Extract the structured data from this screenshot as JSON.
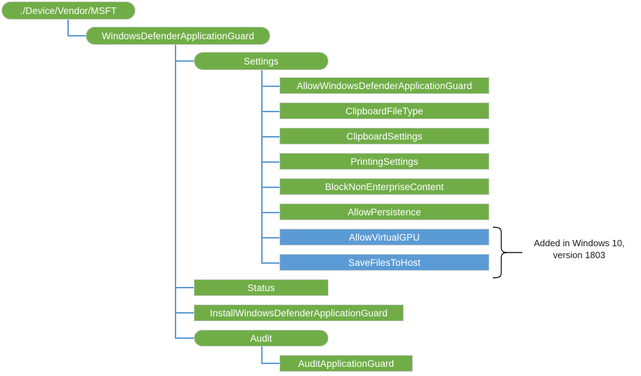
{
  "diagram": {
    "type": "tree",
    "title_node": "./Device/Vendor/MSFT",
    "colors": {
      "green_node": "#70AD47",
      "blue_node": "#5B9BD5",
      "connector": "#5B9BD5",
      "annotation_text": "#1a1a1a",
      "background": "#FFFFFF"
    },
    "legend_note": "Blue nodes were added in Windows 10, version 1803"
  },
  "nodes": {
    "root": {
      "label": "./Device/Vendor/MSFT",
      "shape": "rounded",
      "color": "green"
    },
    "wdag": {
      "label": "WindowsDefenderApplicationGuard",
      "shape": "rounded",
      "color": "green"
    },
    "settings": {
      "label": "Settings",
      "shape": "rounded",
      "color": "green"
    },
    "status": {
      "label": "Status",
      "shape": "square",
      "color": "green"
    },
    "install": {
      "label": "InstallWindowsDefenderApplicationGuard",
      "shape": "square",
      "color": "green"
    },
    "audit": {
      "label": "Audit",
      "shape": "rounded",
      "color": "green"
    },
    "audit_child": {
      "label": "AuditApplicationGuard",
      "shape": "square",
      "color": "green"
    }
  },
  "settings_children": [
    {
      "label": "AllowWindowsDefenderApplicationGuard",
      "color": "green"
    },
    {
      "label": "ClipboardFileType",
      "color": "green"
    },
    {
      "label": "ClipboardSettings",
      "color": "green"
    },
    {
      "label": "PrintingSettings",
      "color": "green"
    },
    {
      "label": "BlockNonEnterpriseContent",
      "color": "green"
    },
    {
      "label": "AllowPersistence",
      "color": "green"
    },
    {
      "label": "AllowVirtualGPU",
      "color": "blue"
    },
    {
      "label": "SaveFilesToHost",
      "color": "blue"
    }
  ],
  "annotation": {
    "line1": "Added in Windows 10,",
    "line2": "version 1803"
  }
}
